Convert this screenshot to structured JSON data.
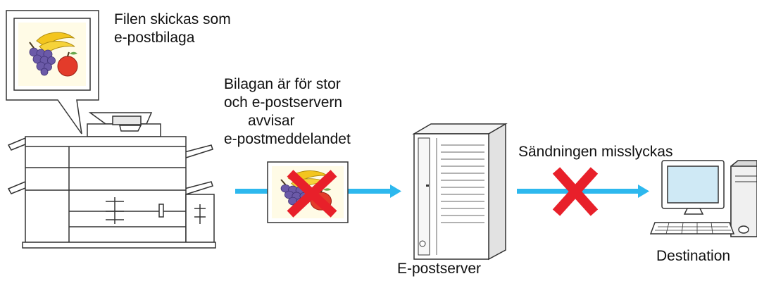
{
  "labels": {
    "attachment_note_line1": "Filen skickas som",
    "attachment_note_line2": "e-postbilaga",
    "rejection_line1": "Bilagan är för stor",
    "rejection_line2": "och e-postservern",
    "rejection_line3": "avvisar",
    "rejection_line4": "e-postmeddelandet",
    "failure_note": "Sändningen misslyckas",
    "server_caption": "E-postserver",
    "destination_caption": "Destination"
  },
  "icons": {
    "printer": "multifunction-printer-icon",
    "document": "fruit-image-document-icon",
    "server": "mail-server-tower-icon",
    "computer": "desktop-computer-icon",
    "error_mark": "red-x-icon"
  },
  "colors": {
    "arrow": "#2db8ee",
    "error_cross": "#e8202a",
    "outline": "#333333",
    "screen": "#cfe9f5"
  }
}
